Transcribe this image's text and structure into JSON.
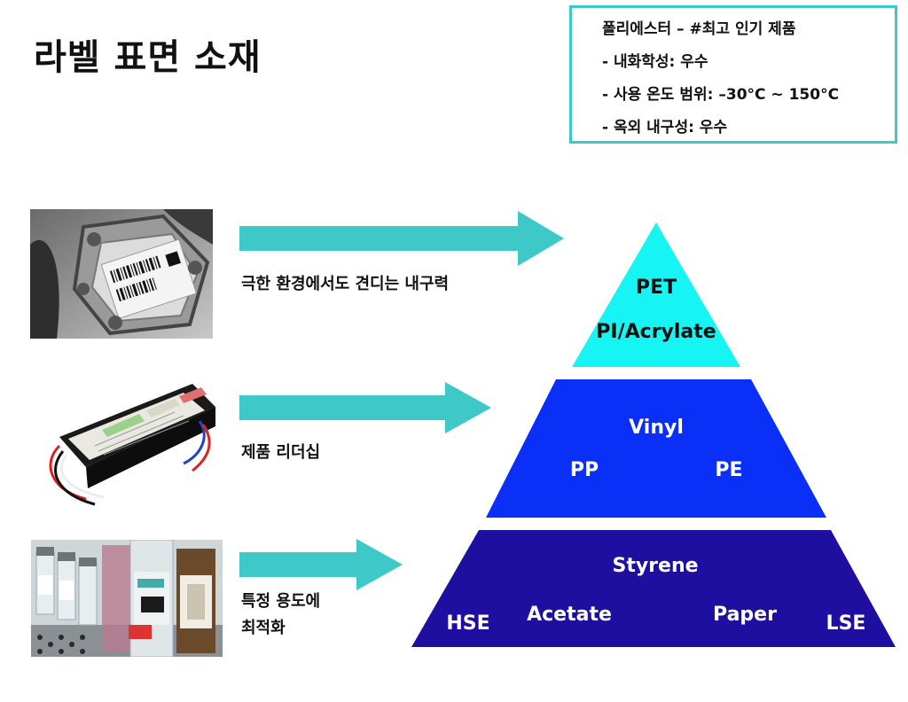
{
  "title": "라벨 표면 소재",
  "info_box": {
    "lines": [
      "폴리에스터 – #최고 인기 제품",
      "- 내화학성: 우수",
      "- 사용 온도 범위: –30°C ~ 150°C",
      "- 옥외 내구성: 우수"
    ]
  },
  "rows": [
    {
      "description": [
        "극한 환경에서도 견디는 내구력"
      ]
    },
    {
      "description": [
        "제품 리더십"
      ]
    },
    {
      "description": [
        "특정 용도에",
        "최적화"
      ]
    }
  ],
  "pyramid": {
    "colors": {
      "top": "#16f5f3",
      "middle": "#0a2ff7",
      "bottom": "#1e0fa0",
      "accent": "#3ec9c8"
    },
    "top_labels": [
      "PET",
      "PI/Acrylate"
    ],
    "middle_labels": [
      "Vinyl",
      "PP",
      "PE"
    ],
    "bottom_labels": [
      "Styrene",
      "Acetate",
      "Paper",
      "HSE",
      "LSE"
    ]
  }
}
